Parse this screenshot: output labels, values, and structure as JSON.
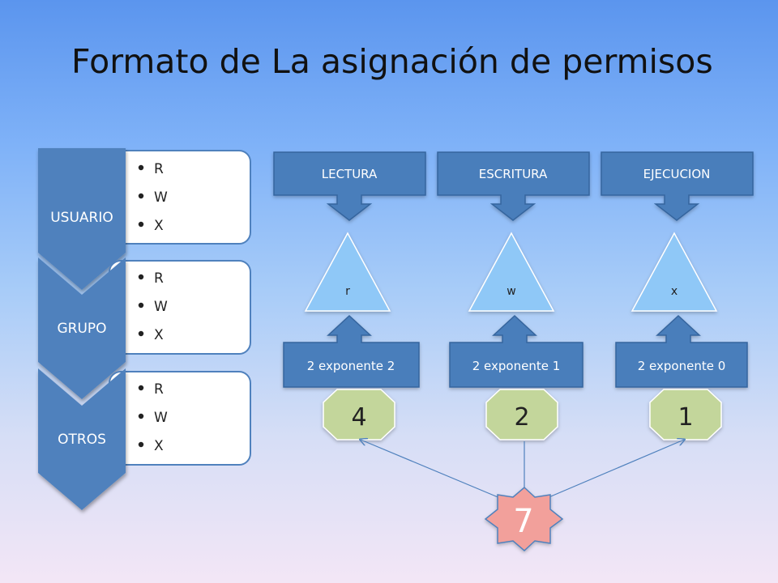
{
  "title": "Formato de La asignación de permisos",
  "groups": [
    {
      "label": "USUARIO",
      "items": [
        "R",
        "W",
        "X"
      ]
    },
    {
      "label": "GRUPO",
      "items": [
        "R",
        "W",
        "X"
      ]
    },
    {
      "label": "OTROS",
      "items": [
        "R",
        "W",
        "X"
      ]
    }
  ],
  "permissions": [
    {
      "name": "LECTURA",
      "symbol": "r",
      "exponent": "2 exponente 2",
      "value": "4"
    },
    {
      "name": "ESCRITURA",
      "symbol": "w",
      "exponent": "2 exponente 1",
      "value": "2"
    },
    {
      "name": "EJECUCION",
      "symbol": "x",
      "exponent": "2 exponente 0",
      "value": "1"
    }
  ],
  "total": "7",
  "colors": {
    "chevron": "#4f81bd",
    "box": "#4a7ebb",
    "triangle": "#8fc8f7",
    "octagon": "#c3d69b",
    "star": "#f2a09b",
    "arrow": "#4f81bd"
  }
}
